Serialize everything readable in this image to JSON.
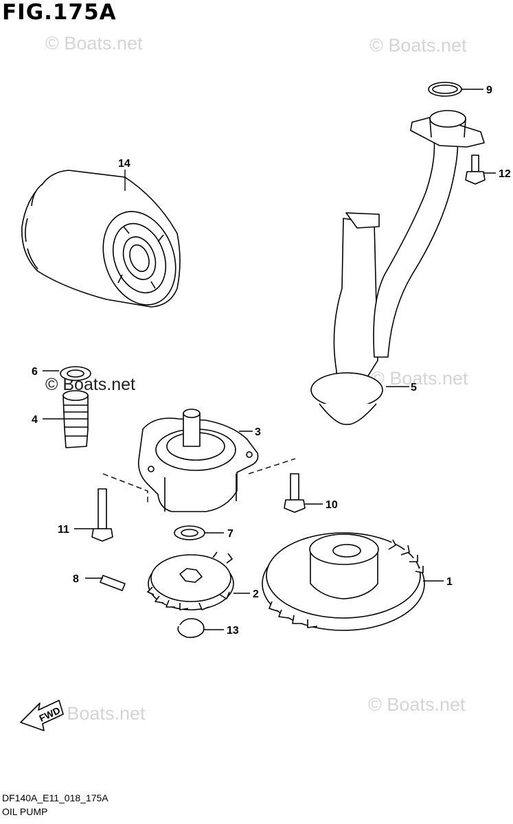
{
  "figure": {
    "title": "FIG.175A",
    "code": "DF140A_E11_018_175A",
    "name": "OIL PUMP"
  },
  "watermarks": [
    "© Boats.net",
    "© Boats.net",
    "© Boats.net",
    "© Boats.net",
    "© Boats.net",
    "© Boats.net"
  ],
  "watermark_dark": "© Boats.net",
  "direction_label": "FWD",
  "callouts": [
    "1",
    "2",
    "3",
    "4",
    "5",
    "6",
    "7",
    "8",
    "9",
    "10",
    "11",
    "12",
    "13",
    "14"
  ]
}
